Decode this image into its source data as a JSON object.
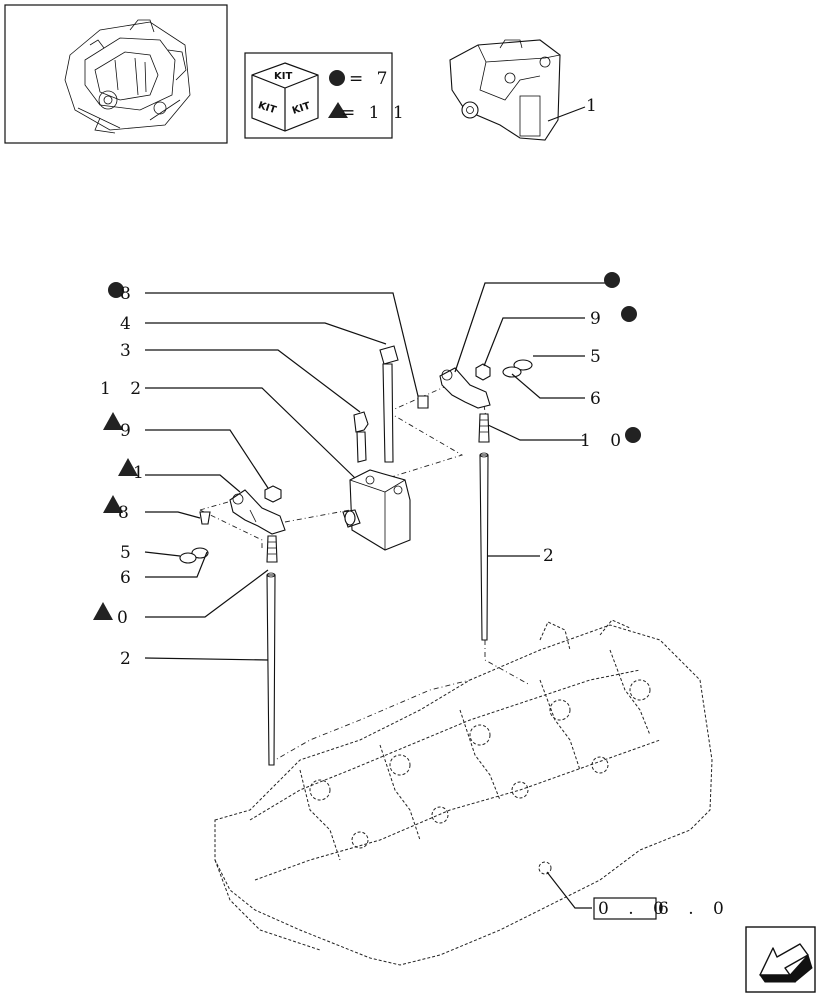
{
  "kit_legend": {
    "box_text": [
      "KIT",
      "KIT",
      "KIT"
    ],
    "circle_eq": "= 7",
    "triangle_eq": "= 1 1"
  },
  "callouts": {
    "c1": "1",
    "c8a": "8",
    "c4": "4",
    "c3": "3",
    "c12": "1 2",
    "c9a": "9",
    "c11": "1",
    "c8b": "8",
    "c5a": "5",
    "c6a": "6",
    "c10a": "0",
    "c2a": "2",
    "c9b": "9",
    "c5b": "5",
    "c6b": "6",
    "c10b": "1 0",
    "c2b": "2"
  },
  "reference": {
    "boxed": "0 . 0",
    "rest": "6 . 0"
  },
  "nav": {
    "arrow": "back-arrow-icon"
  },
  "colors": {
    "line": "#111111",
    "marker_fill": "#222222"
  }
}
